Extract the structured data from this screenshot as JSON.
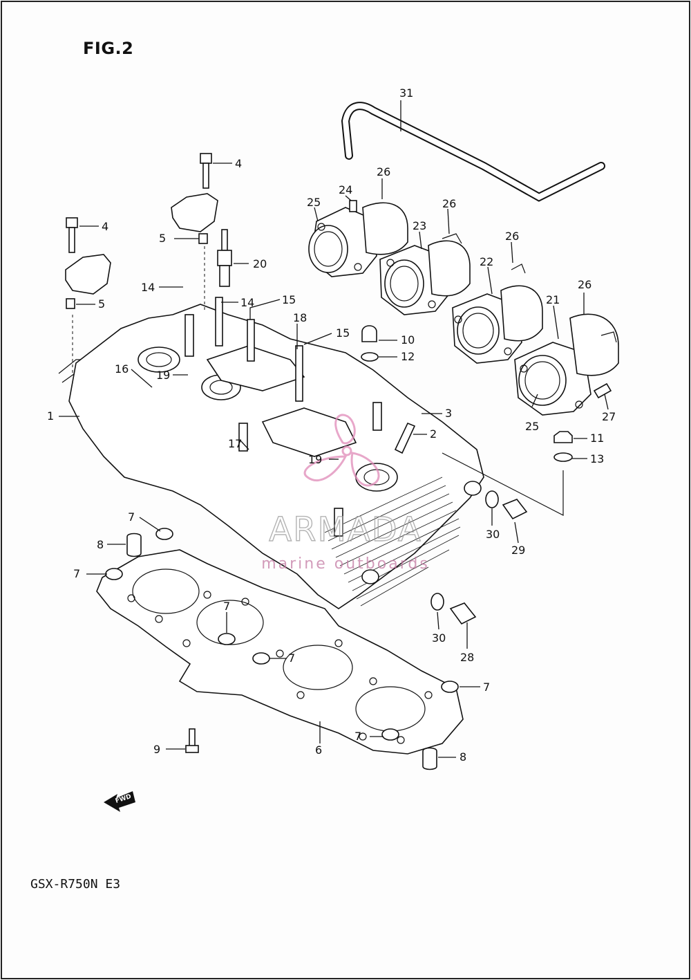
{
  "figure": {
    "title": "FIG.2",
    "model": "GSX-R750N E3",
    "fwd_label": "FWD"
  },
  "watermark": {
    "brand": "ARMADA",
    "tagline": "marine outboards",
    "color": "#e08ab8"
  },
  "callouts": [
    {
      "id": "c1",
      "label": "1"
    },
    {
      "id": "c2",
      "label": "2"
    },
    {
      "id": "c3",
      "label": "3"
    },
    {
      "id": "c4a",
      "label": "4"
    },
    {
      "id": "c4b",
      "label": "4"
    },
    {
      "id": "c5a",
      "label": "5"
    },
    {
      "id": "c5b",
      "label": "5"
    },
    {
      "id": "c6",
      "label": "6"
    },
    {
      "id": "c7a",
      "label": "7"
    },
    {
      "id": "c7b",
      "label": "7"
    },
    {
      "id": "c7c",
      "label": "7"
    },
    {
      "id": "c7d",
      "label": "7"
    },
    {
      "id": "c7e",
      "label": "7"
    },
    {
      "id": "c7f",
      "label": "7"
    },
    {
      "id": "c8a",
      "label": "8"
    },
    {
      "id": "c8b",
      "label": "8"
    },
    {
      "id": "c9",
      "label": "9"
    },
    {
      "id": "c10",
      "label": "10"
    },
    {
      "id": "c11",
      "label": "11"
    },
    {
      "id": "c12",
      "label": "12"
    },
    {
      "id": "c13",
      "label": "13"
    },
    {
      "id": "c14a",
      "label": "14"
    },
    {
      "id": "c14b",
      "label": "14"
    },
    {
      "id": "c15a",
      "label": "15"
    },
    {
      "id": "c15b",
      "label": "15"
    },
    {
      "id": "c16",
      "label": "16"
    },
    {
      "id": "c17",
      "label": "17"
    },
    {
      "id": "c18",
      "label": "18"
    },
    {
      "id": "c19a",
      "label": "19"
    },
    {
      "id": "c19b",
      "label": "19"
    },
    {
      "id": "c20",
      "label": "20"
    },
    {
      "id": "c21",
      "label": "21"
    },
    {
      "id": "c22",
      "label": "22"
    },
    {
      "id": "c23",
      "label": "23"
    },
    {
      "id": "c24",
      "label": "24"
    },
    {
      "id": "c25a",
      "label": "25"
    },
    {
      "id": "c25b",
      "label": "25"
    },
    {
      "id": "c26a",
      "label": "26"
    },
    {
      "id": "c26b",
      "label": "26"
    },
    {
      "id": "c26c",
      "label": "26"
    },
    {
      "id": "c26d",
      "label": "26"
    },
    {
      "id": "c27",
      "label": "27"
    },
    {
      "id": "c28",
      "label": "28"
    },
    {
      "id": "c29",
      "label": "29"
    },
    {
      "id": "c30a",
      "label": "30"
    },
    {
      "id": "c30b",
      "label": "30"
    },
    {
      "id": "c31",
      "label": "31"
    }
  ]
}
